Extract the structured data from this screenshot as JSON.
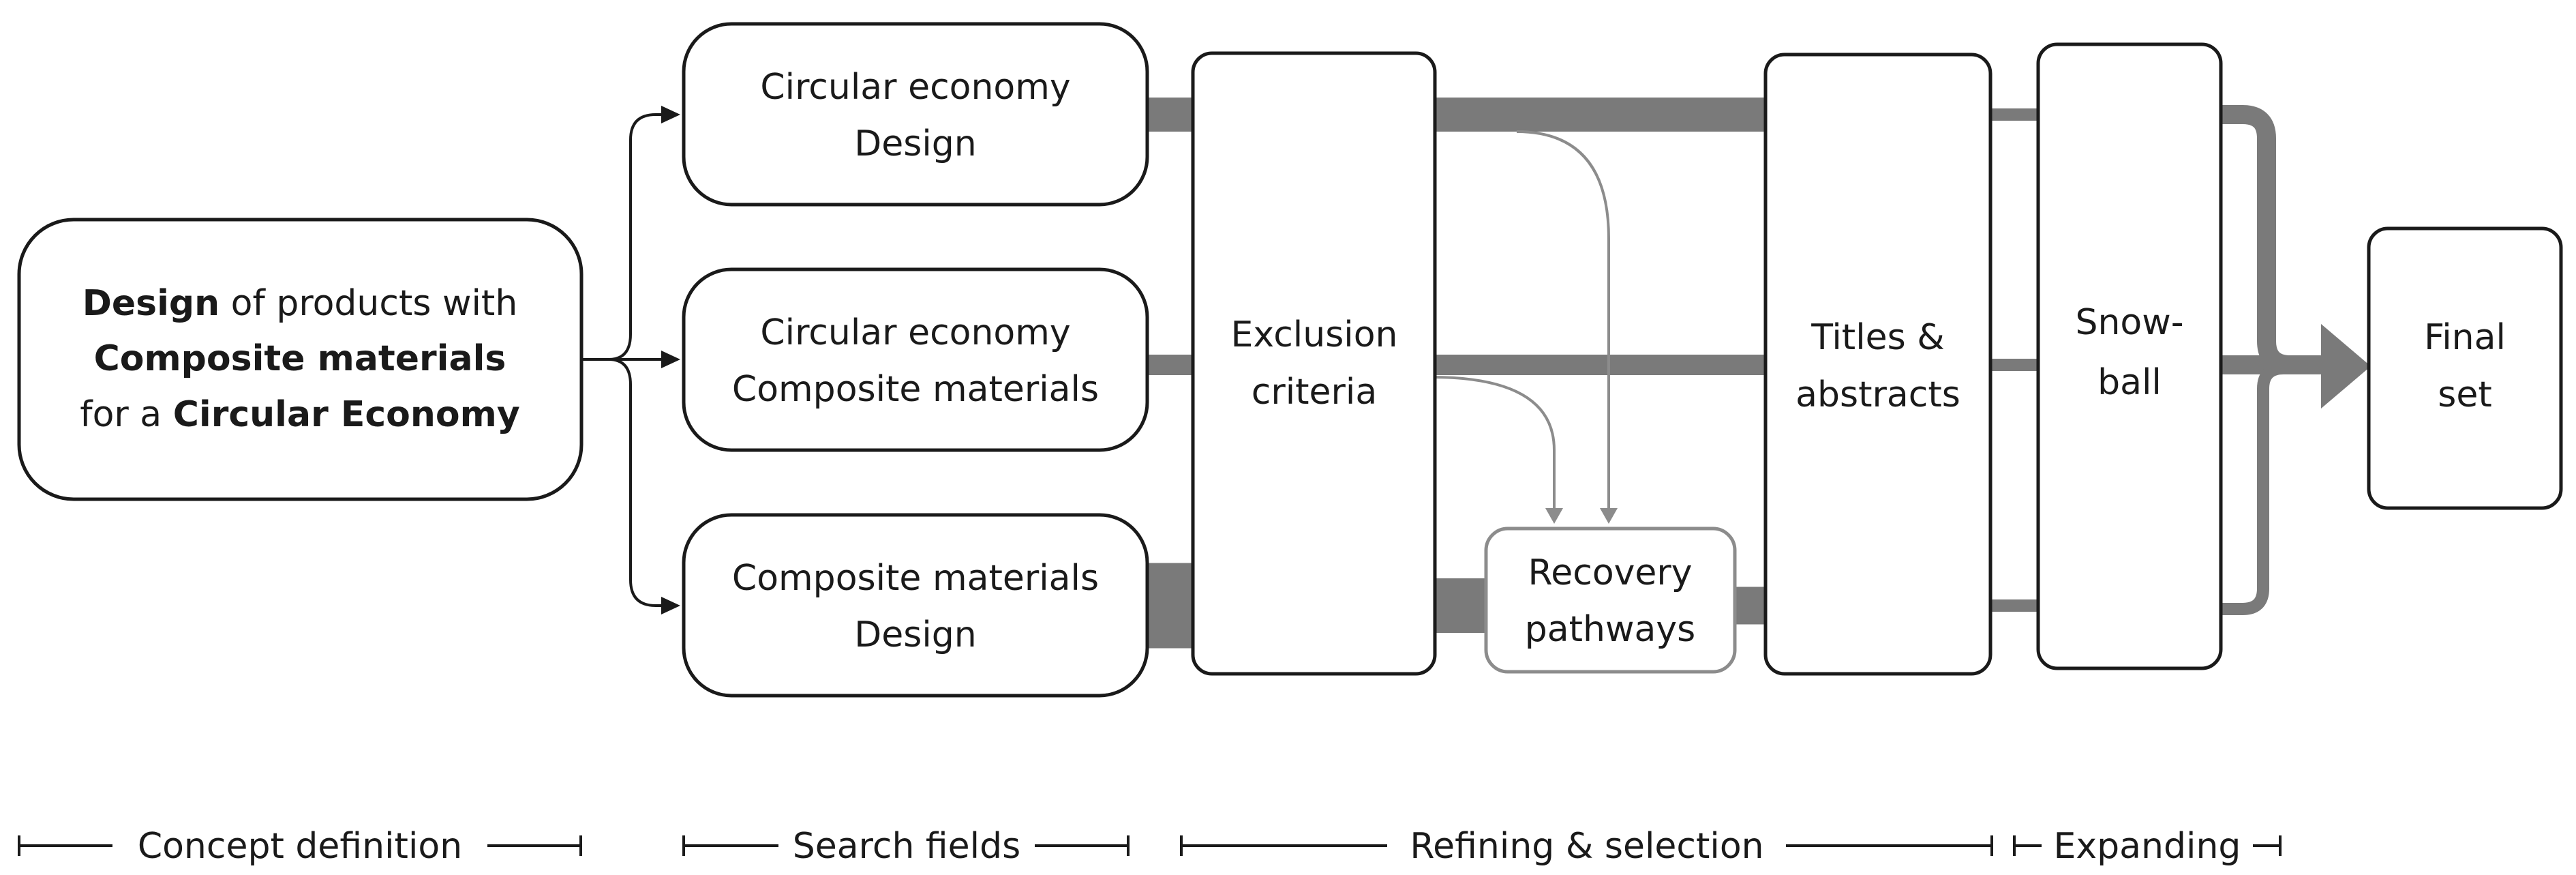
{
  "concept": {
    "line1_bold": "Design",
    "line1_rest": " of products with",
    "line2_bold": "Composite materials",
    "line3_pre": "for a ",
    "line3_bold": "Circular Economy"
  },
  "search_fields": [
    {
      "line1": "Circular economy",
      "line2": "Design"
    },
    {
      "line1": "Circular economy",
      "line2": "Composite materials"
    },
    {
      "line1": "Composite materials",
      "line2": "Design"
    }
  ],
  "exclusion": {
    "line1": "Exclusion",
    "line2": "criteria"
  },
  "recovery": {
    "line1": "Recovery",
    "line2": "pathways"
  },
  "titles": {
    "line1": "Titles &",
    "line2": "abstracts"
  },
  "snowball": {
    "line1": "Snow-",
    "line2": "ball"
  },
  "final": {
    "line1": "Final",
    "line2": "set"
  },
  "phases": [
    {
      "label": "Concept definition"
    },
    {
      "label": "Search fields"
    },
    {
      "label": "Refining & selection"
    },
    {
      "label": "Expanding"
    }
  ]
}
